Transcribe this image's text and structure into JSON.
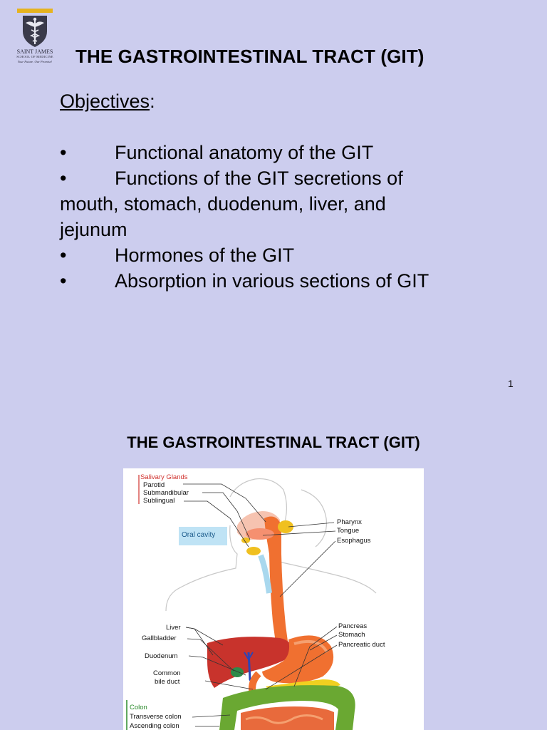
{
  "logo": {
    "name": "SAINT JAMES",
    "subtitle": "SCHOOL OF MEDICINE",
    "tagline": "Your Future. Our Promise!",
    "accent": "#e6b31e"
  },
  "slide1": {
    "title": "THE GASTROINTESTINAL TRACT (GIT)",
    "objectives_label": "Objectives",
    "objectives_colon": ":",
    "bullet_symbol": "•",
    "bullets": [
      "Functional anatomy of the GIT",
      "Functions of the GIT secretions of",
      "Hormones of the GIT",
      "Absorption in various sections of GIT"
    ],
    "bullet2_continuation_1": "mouth, stomach, duodenum, liver, and",
    "bullet2_continuation_2": "jejunum",
    "page_number": "1"
  },
  "slide2": {
    "title": "THE GASTROINTESTINAL TRACT (GIT)",
    "diagram": {
      "salivary_header": "Salivary Glands",
      "parotid": "Parotid",
      "submandibular": "Submandibular",
      "sublingual": "Sublingual",
      "oral_cavity": "Oral cavity",
      "pharynx": "Pharynx",
      "tongue": "Tongue",
      "esophagus": "Esophagus",
      "liver": "Liver",
      "gallbladder": "Gallbladder",
      "duodenum": "Duodenum",
      "common_bile_duct_1": "Common",
      "common_bile_duct_2": "bile duct",
      "pancreas": "Pancreas",
      "stomach": "Stomach",
      "pancreatic_duct": "Pancreatic duct",
      "colon_header": "Colon",
      "transverse_colon": "Transverse colon",
      "ascending_colon": "Ascending colon"
    }
  },
  "colors": {
    "background": "#cccdee",
    "organ_orange": "#f07030",
    "liver_red": "#c8332c",
    "colon_green": "#6aa832",
    "salivary_yellow": "#f0c020"
  }
}
